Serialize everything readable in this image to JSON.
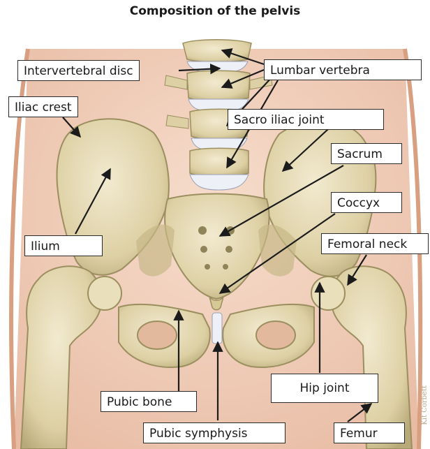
{
  "title": "Composition of the pelvis",
  "labels": {
    "intervertebral_disc": "Intervertebral disc",
    "lumbar_vertebra": "Lumbar vertebra",
    "iliac_crest": "Iliac crest",
    "sacro_iliac_joint": "Sacro iliac joint",
    "sacrum": "Sacrum",
    "coccyx": "Coccyx",
    "ilium": "Ilium",
    "femoral_neck": "Femoral neck",
    "hip_joint": "Hip joint",
    "pubic_bone": "Pubic bone",
    "pubic_symphysis": "Pubic symphysis",
    "femur": "Femur"
  },
  "watermark": "Kit Corbett",
  "colors": {
    "skin": "#e8b79a",
    "bone": "#e6dcb6",
    "bone_shadow": "#b8ab7c",
    "bone_dark": "#8f8458",
    "disc": "#eef0f8",
    "line": "#1b1b1b"
  }
}
